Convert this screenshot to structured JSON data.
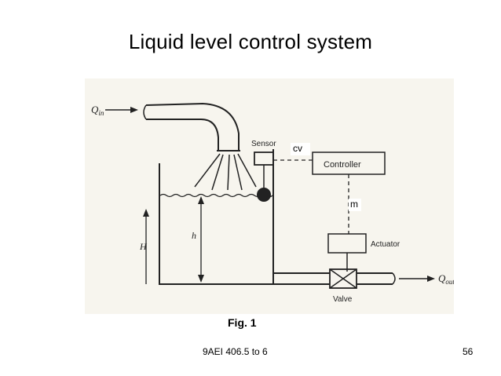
{
  "slide": {
    "title": "Liquid level control system",
    "caption": "Fig. 1",
    "footer": "9AEI 406.5 to 6",
    "page_number": "56"
  },
  "diagram": {
    "q_in": "Q",
    "q_in_sub": "in",
    "q_out": "Q",
    "q_out_sub": "out",
    "sensor": "Sensor",
    "controller": "Controller",
    "actuator": "Actuator",
    "valve": "Valve",
    "H": "H",
    "h": "h",
    "cv": "cv",
    "m": "m"
  }
}
